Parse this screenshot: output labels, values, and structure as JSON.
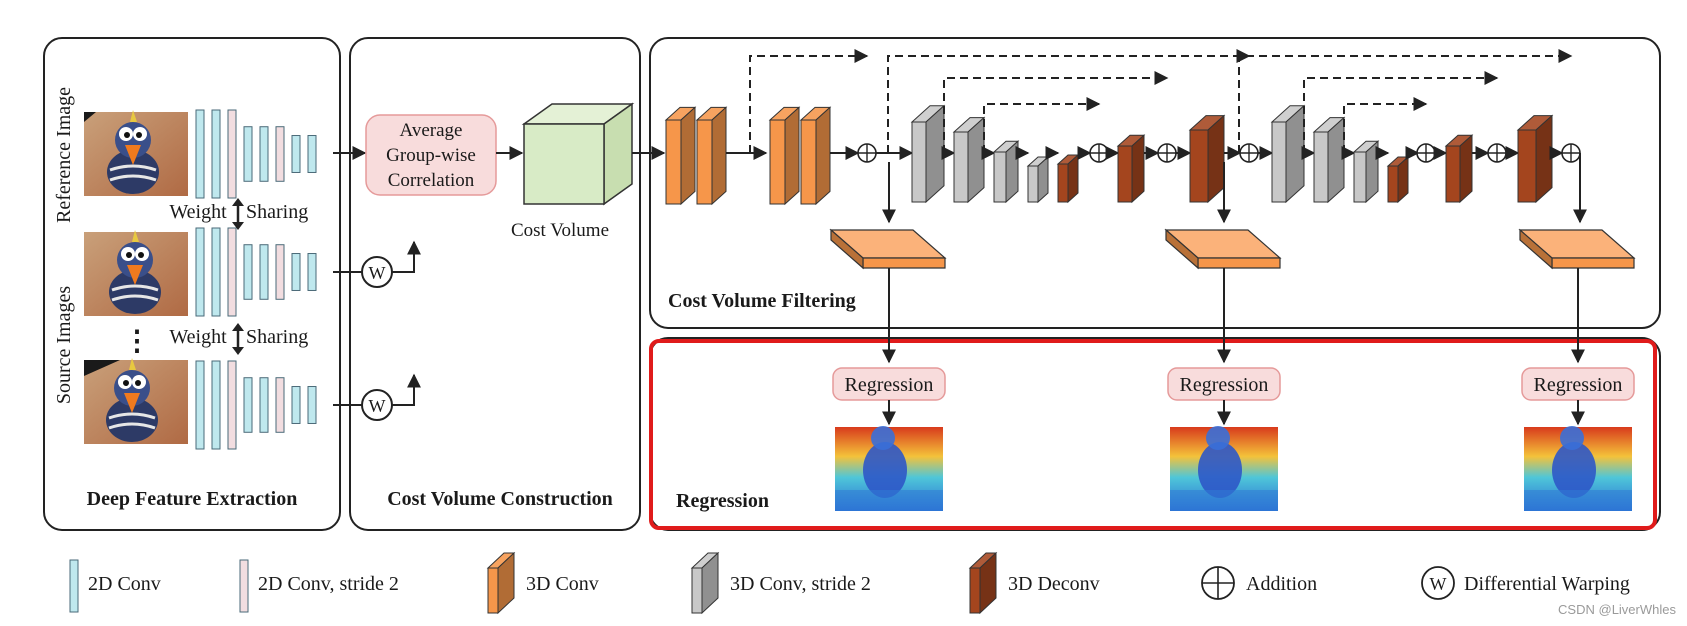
{
  "panels": {
    "feature_extraction": "Deep Feature Extraction",
    "cost_volume_construction": "Cost Volume Construction",
    "cost_volume_filtering": "Cost Volume Filtering",
    "regression": "Regression"
  },
  "inputs": {
    "reference_label": "Reference Image",
    "source_label": "Source Images",
    "weight_sharing_left": "Weight",
    "weight_sharing_right": "Sharing",
    "ellipsis": "⋮"
  },
  "correlation": {
    "line1": "Average",
    "line2": "Group-wise",
    "line3": "Correlation"
  },
  "cost_volume_label": "Cost Volume",
  "warp_symbol": "W",
  "regression_box_label": "Regression",
  "legend": [
    {
      "icon": "2d-conv",
      "label": "2D Conv"
    },
    {
      "icon": "2d-conv-stride2",
      "label": "2D Conv, stride 2"
    },
    {
      "icon": "3d-conv",
      "label": "3D Conv"
    },
    {
      "icon": "3d-conv-stride2",
      "label": "3D Conv, stride 2"
    },
    {
      "icon": "3d-deconv",
      "label": "3D Deconv"
    },
    {
      "icon": "addition",
      "label": "Addition"
    },
    {
      "icon": "differential-warping",
      "label": "Differential Warping"
    }
  ],
  "watermark": "CSDN @LiverWhles",
  "colors": {
    "conv2d": "#bfe8ee",
    "conv2d_stride2": "#f2dde0",
    "conv3d": "#f6964a",
    "conv3d_stride2": "#c8c8c8",
    "deconv3d": "#a4451e",
    "correlation_fill": "#f8dcdc",
    "cost_volume": "#d8ebc6",
    "highlight": "#e01b1b"
  }
}
